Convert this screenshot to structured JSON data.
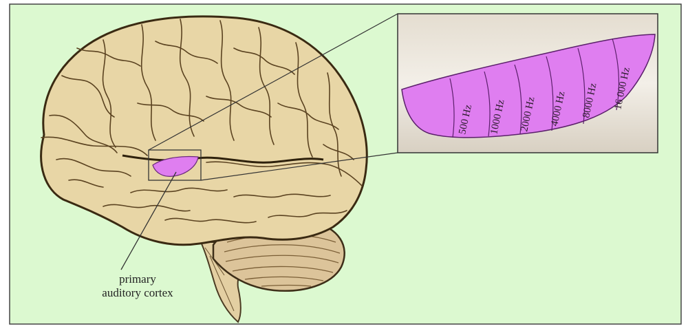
{
  "diagram": {
    "label_line1": "primary",
    "label_line2": "auditory cortex",
    "frequencies": [
      "500 Hz",
      "1000 Hz",
      "2000 Hz",
      "4000 Hz",
      "8000 Hz",
      "16 000 Hz"
    ]
  },
  "colors": {
    "background": "#dcf9d0",
    "brain": "#e8d6a6",
    "cortex": "#df7ef0",
    "cerebellum": "#dcc49a",
    "inset_bg": "#ece6da"
  }
}
